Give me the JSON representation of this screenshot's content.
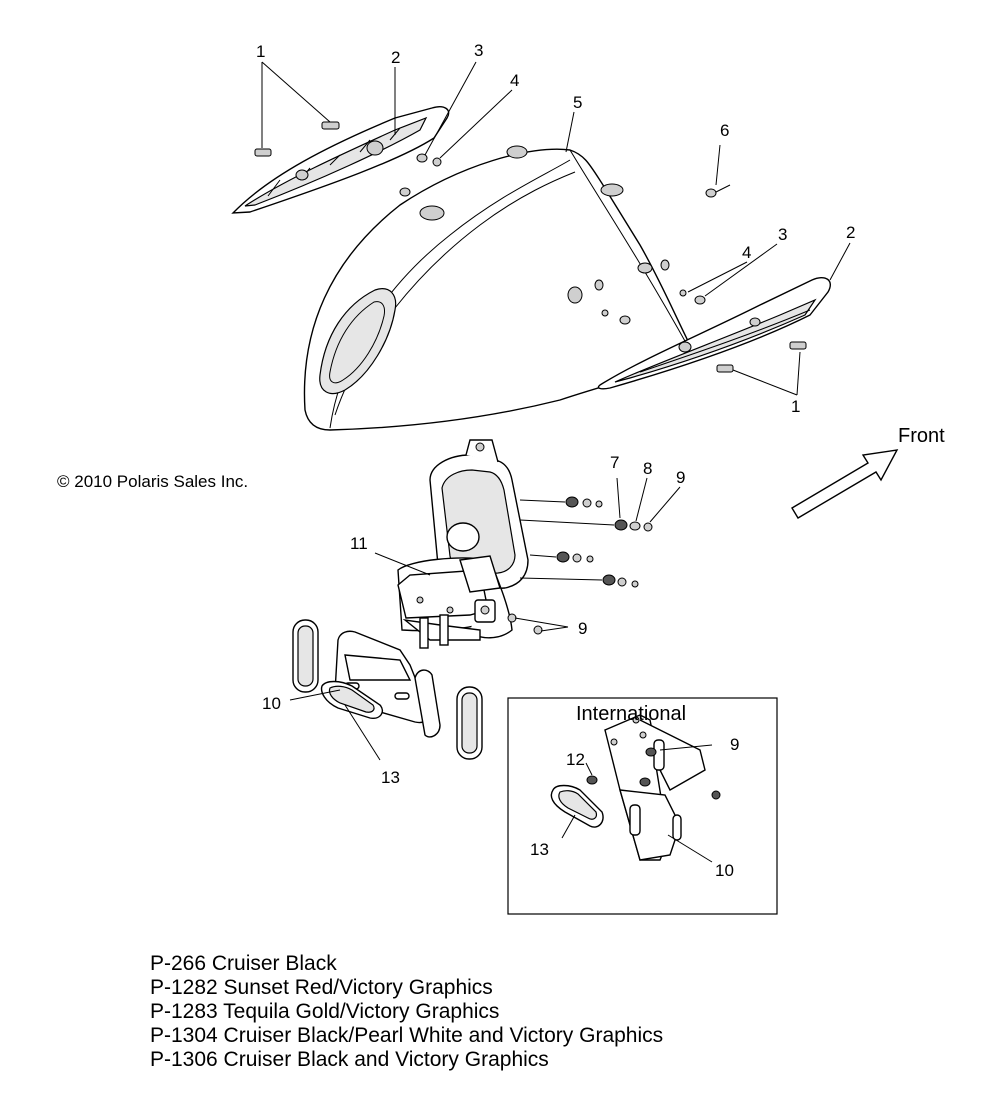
{
  "diagram": {
    "copyright": "© 2010 Polaris Sales Inc.",
    "front_label": "Front",
    "international_title": "International",
    "callouts": {
      "c1a": "1",
      "c2a": "2",
      "c3a": "3",
      "c4a": "4",
      "c5": "5",
      "c6": "6",
      "c4b": "4",
      "c3b": "3",
      "c2b": "2",
      "c1b": "1",
      "c7": "7",
      "c8": "8",
      "c9a": "9",
      "c11": "11",
      "c9b": "9",
      "c10a": "10",
      "c13a": "13",
      "c9c": "9",
      "c12": "12",
      "c13b": "13",
      "c10b": "10"
    }
  },
  "legend": [
    "P-266  Cruiser Black",
    "P-1282 Sunset Red/Victory Graphics",
    "P-1283 Tequila Gold/Victory Graphics",
    "P-1304 Cruiser Black/Pearl White and Victory Graphics",
    "P-1306 Cruiser Black and Victory Graphics"
  ]
}
